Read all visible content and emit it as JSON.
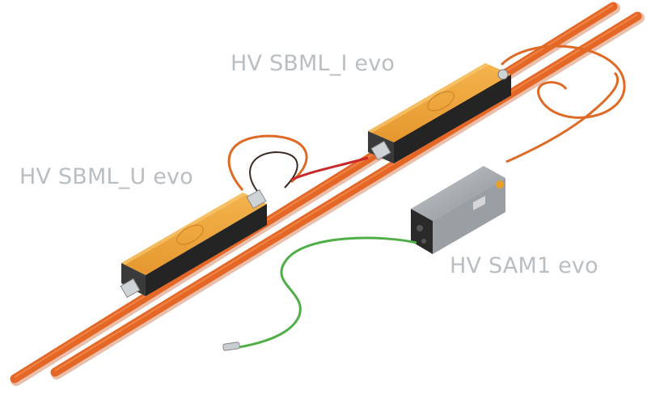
{
  "products": {
    "sbml_i": {
      "label": "HV SBML_I evo"
    },
    "sbml_u": {
      "label": "HV SBML_U evo"
    },
    "sam1": {
      "label": "HV SAM1 evo"
    }
  },
  "colors": {
    "cable_orange": "#e2611c",
    "housing_orange": "#eba13a",
    "housing_dark": "#1f1f1f",
    "module_grey": "#9a9fa4",
    "green_cable": "#4fae45",
    "label_grey": "#b9bec3"
  }
}
